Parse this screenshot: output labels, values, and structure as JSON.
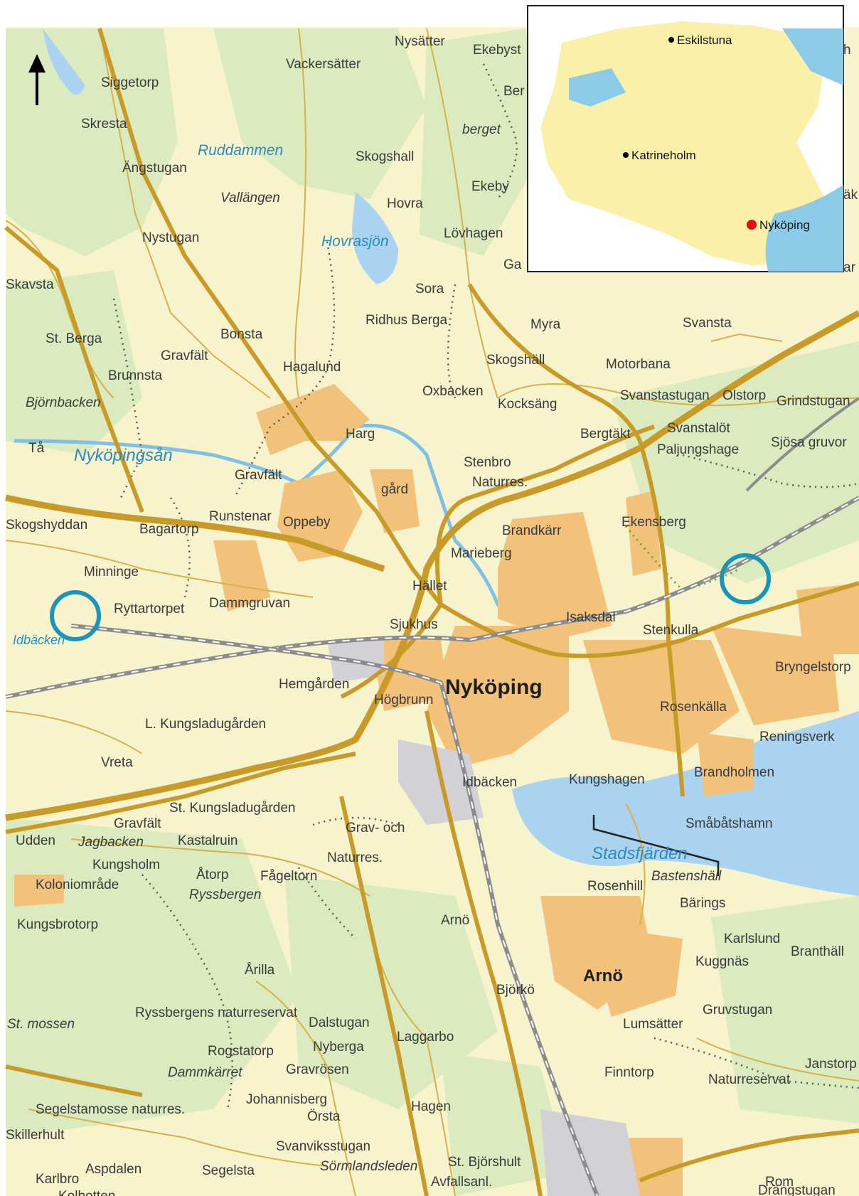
{
  "map": {
    "north_arrow": "north",
    "colors": {
      "land": "#f7f3cc",
      "forest": "#dcebbf",
      "urban": "#f2c27a",
      "water": "#a9d3ee",
      "road": "#c89a28",
      "rail": "#8c8c8c",
      "marker": "#1a94b8",
      "inset_marker": "#e01010"
    },
    "labels": {
      "nysatter": "Nysätter",
      "ekebystorp": "Ekebyst",
      "vackersatter": "Vackersätter",
      "siggetorp": "Siggetorp",
      "ber": "Ber",
      "berget": "berget",
      "skresta": "Skresta",
      "ruddammen": "Ruddammen",
      "angstugan": "Ängstugan",
      "skogshall_n": "Skogshall",
      "ekeby": "Ekeby",
      "vallangen": "Vallängen",
      "hovra": "Hovra",
      "nystugan": "Nystugan",
      "hovrasjon": "Hovrasjön",
      "lovhagen": "Lövhagen",
      "ga": "Ga",
      "skavsta": "Skavsta",
      "sora": "Sora",
      "ridhus_berga": "Ridhus Berga",
      "myra": "Myra",
      "svansta": "Svansta",
      "st_berga": "St. Berga",
      "bonsta": "Bonsta",
      "gravfalt_1": "Gravfält",
      "brunnsta": "Brunnsta",
      "hagalund": "Hagalund",
      "skogshall_s": "Skogshäll",
      "motorbana": "Motorbana",
      "bjornbacken": "Björnbacken",
      "oxbacken": "Oxbacken",
      "kocksang": "Kocksäng",
      "svanstastugan": "Svanstastugan",
      "olstorp": "Olstorp",
      "grindstugan": "Grindstugan",
      "harg": "Harg",
      "bergtakt": "Bergtäkt",
      "svanstalot": "Svanstalöt",
      "paljungshage": "Paljungshage",
      "sjosa_gruvor": "Sjösa gruvor",
      "ta": "Tå",
      "nykopingsan": "Nyköpingsån",
      "gravfalt_2": "Gravfält",
      "stenbro": "Stenbro",
      "gard": "gård",
      "naturres_1": "Naturres.",
      "skogshyddan": "Skogshyddan",
      "bagartorp": "Bagartorp",
      "runstenar": "Runstenar",
      "oppeby": "Oppeby",
      "brandkarr": "Brandkärr",
      "ekensberg": "Ekensberg",
      "marieberg": "Marieberg",
      "minninge": "Minninge",
      "hallet": "Hället",
      "ryttartorpet": "Ryttartorpet",
      "dammgruvan": "Dammgruvan",
      "isaksdal": "Isaksdal",
      "stenkulla": "Stenkulla",
      "sjukhus": "Sjukhus",
      "idbacken_w": "Idbäcken",
      "bryngelstorp": "Bryngelstorp",
      "hemgarden": "Hemgården",
      "nykoping": "Nyköping",
      "hogbrunn": "Högbrunn",
      "rosenkalla": "Rosenkälla",
      "l_kungsladugarden": "L. Kungsladugården",
      "reningsverk": "Reningsverk",
      "vreta": "Vreta",
      "brandholmen": "Brandholmen",
      "idbacken_c": "Idbäcken",
      "kungshagen": "Kungshagen",
      "st_kungsladugarden": "St. Kungsladugården",
      "gravfalt_3": "Gravfält",
      "smabatshamn": "Småbåtshamn",
      "grav_och": "Grav- och",
      "udden": "Udden",
      "jagbacken": "Jagbacken",
      "kastalruin": "Kastalruin",
      "naturres_2": "Naturres.",
      "stadsfjarden": "Stadsfjärden",
      "kungsholm": "Kungsholm",
      "atorp": "Åtorp",
      "fageltorn": "Fågeltorn",
      "bastenshall": "Bastenshäll",
      "koloniomrade": "Koloniområde",
      "rosenhill": "Rosenhill",
      "ryssbergen": "Ryssbergen",
      "barings": "Bärings",
      "kungsbrotorp": "Kungsbrotorp",
      "arno_s": "Arnö",
      "karlslund": "Karlslund",
      "branthall": "Branthäll",
      "kuggnas": "Kuggnäs",
      "arilla": "Årilla",
      "arno_big": "Arnö",
      "bjorko": "Björkö",
      "ryssbergens_nr": "Ryssbergens naturreservat",
      "gruvstugan": "Gruvstugan",
      "st_mossen": "St. mossen",
      "dalstugan": "Dalstugan",
      "lumsatter": "Lumsätter",
      "laggarbo": "Laggarbo",
      "nyberga": "Nyberga",
      "rogstatorp": "Rogstatorp",
      "janstorp": "Janstorp",
      "dammkarret": "Dammkärret",
      "gravrosen": "Gravrösen",
      "finntorp": "Finntorp",
      "naturreservat": "Naturreservat",
      "johannisberg": "Johannisberg",
      "segelstamosse": "Segelstamosse naturres.",
      "hagen": "Hagen",
      "orsta": "Örsta",
      "skillerhult": "Skillerhult",
      "svanviksstugan": "Svanviksstugan",
      "rom": "Rom",
      "karlbro": "Karlbro",
      "aspdalen": "Aspdalen",
      "segelsta": "Segelsta",
      "sormlandsleden": "Sörmlandsleden",
      "st_bjorshult": "St. Björshult",
      "dragstugan": "Drängstugan",
      "avfallsanl": "Avfallsanl.",
      "kolbotten": "Kolbotten",
      "ak": "äk",
      "ar": "ar",
      "h": "h"
    }
  },
  "inset": {
    "eskilstuna": "Eskilstuna",
    "katrineholm": "Katrineholm",
    "nykoping": "Nyköping"
  }
}
